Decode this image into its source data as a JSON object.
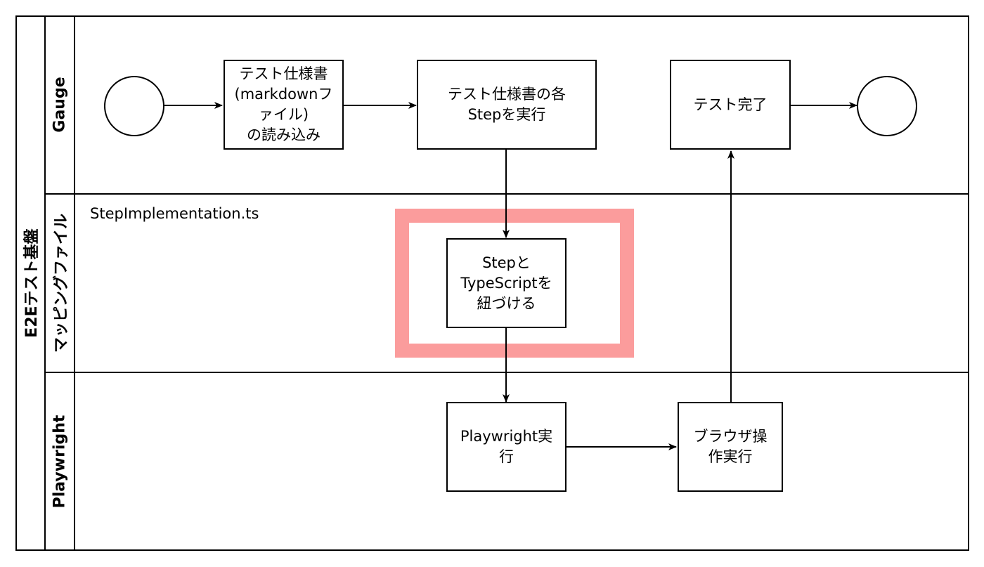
{
  "pool": {
    "title": "E2Eテスト基盤"
  },
  "lanes": [
    {
      "id": "gauge",
      "label": "Gauge"
    },
    {
      "id": "mapping",
      "label": "マッピングファイル",
      "file_label": "StepImplementation.ts"
    },
    {
      "id": "playwright",
      "label": "Playwright"
    }
  ],
  "nodes": {
    "start": "",
    "read_spec": "テスト仕様書\n(markdownフ\nァイル)\nの読み込み",
    "run_steps": "テスト仕様書の各\nStepを実行",
    "test_done": "テスト完了",
    "end": "",
    "bind_step": "Stepと\nTypeScriptを\n紐づける",
    "run_playwright": "Playwright実\n行",
    "browser_ops": "ブラウザ操\n作実行"
  },
  "highlight": {
    "target": "bind_step",
    "color": "#fb9c9c"
  }
}
